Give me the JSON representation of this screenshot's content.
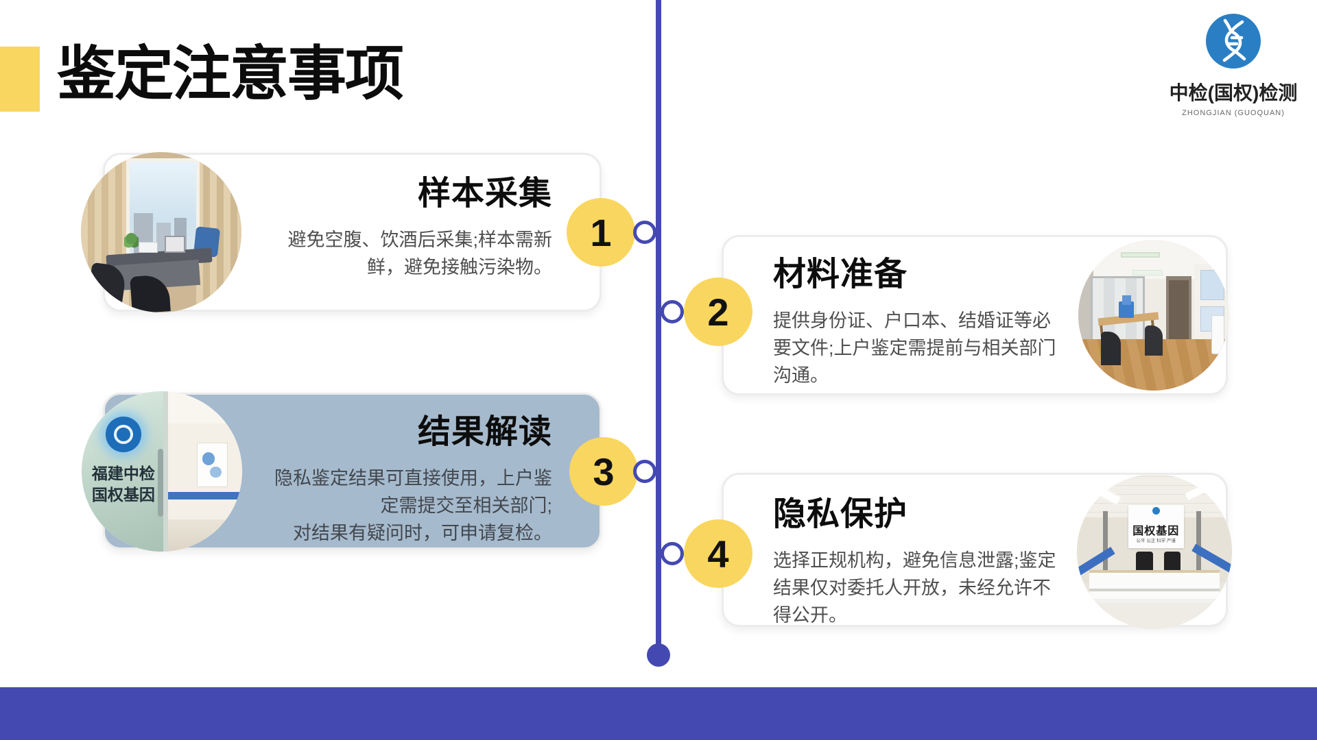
{
  "slide": {
    "title": "鉴定注意事项",
    "colors": {
      "accent_yellow": "#F9D65F",
      "timeline_blue": "#4449B2",
      "highlight_card_bg": "#A6BACD",
      "logo_blue": "#2A7FC4"
    }
  },
  "logo": {
    "icon": "dna-helix-icon",
    "name_zh": "中检(国权)检测",
    "name_en": "ZHONGJIAN (GUOQUAN)"
  },
  "steps": [
    {
      "number": "1",
      "title": "样本采集",
      "body": "避免空腹、饮酒后采集;样本需新鲜，避免接触污染物。",
      "photo": "consultation-office-window"
    },
    {
      "number": "2",
      "title": "材料准备",
      "body": "提供身份证、户口本、结婚证等必要文件;上户鉴定需提前与相关部门沟通。",
      "photo": "office-room-wood-floor"
    },
    {
      "number": "3",
      "title": "结果解读",
      "body": "隐私鉴定结果可直接使用，上户鉴定需提交至相关部门;\n对结果有疑问时，可申请复检。",
      "photo": "glass-door-lab-entrance"
    },
    {
      "number": "4",
      "title": "隐私保护",
      "body": "选择正规机构，避免信息泄露;鉴定结果仅对委托人开放，未经允许不得公开。",
      "photo": "reception-desk"
    }
  ],
  "photo_labels": {
    "door_sign": "福建中检\n国权基因",
    "reception_sign": "国权基因",
    "reception_sign_sub": "公平 公正 科学 严谨"
  }
}
